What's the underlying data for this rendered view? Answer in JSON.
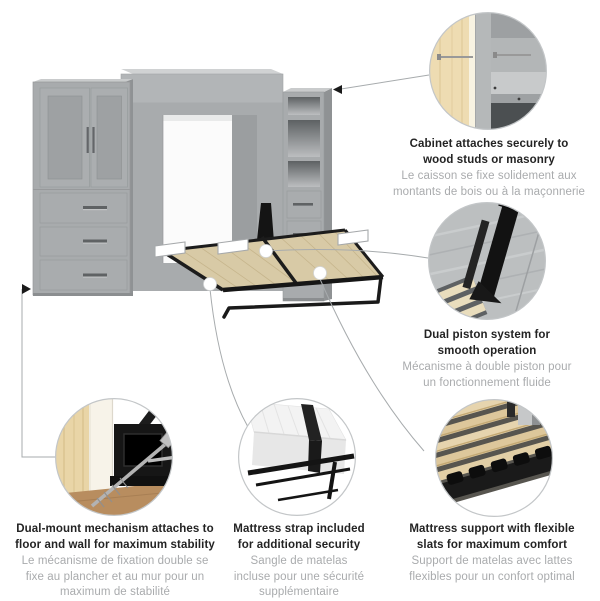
{
  "product_figure": {
    "type": "annotated-product-diagram",
    "subject": "murphy wall bed with wardrobe and open bookcase",
    "callouts": {
      "cabinet": {
        "title_lines": [
          "Cabinet attaches securely to",
          "wood studs or masonry"
        ],
        "subtitle_lines": [
          "Le caisson se fixe solidement aux",
          "montants de bois ou à la maçonnerie"
        ]
      },
      "piston": {
        "title_lines": [
          "Dual piston system for",
          "smooth operation"
        ],
        "subtitle_lines": [
          "Mécanisme à double piston pour",
          "un fonctionnement fluide"
        ]
      },
      "dualmount": {
        "title_lines": [
          "Dual-mount mechanism attaches to",
          "floor and wall for maximum stability"
        ],
        "subtitle_lines": [
          "Le mécanisme de fixation double se",
          "fixe au plancher et au mur pour un",
          "maximum de stabilité"
        ]
      },
      "strap": {
        "title_lines": [
          "Mattress strap included",
          "for additional security"
        ],
        "subtitle_lines": [
          "Sangle de matelas",
          "incluse pour une sécurité",
          "supplémentaire"
        ]
      },
      "slats": {
        "title_lines": [
          "Mattress support with flexible",
          "slats for maximum comfort"
        ],
        "subtitle_lines": [
          "Support de matelas avec lattes",
          "flexibles pour un confort optimal"
        ]
      }
    },
    "colors": {
      "background": "#ffffff",
      "cabinet_gray": "#a8abad",
      "cabinet_gray_dark": "#8f9294",
      "cabinet_gray_light": "#caccce",
      "bed_deck_beige": "#d8caa6",
      "frame_black": "#1a1a1a",
      "wood_stud_tan": "#eedcb2",
      "floor_wood_brown": "#b88d5f",
      "callout_border_gray": "#c3c6c8",
      "leader_line_gray": "#a7abad",
      "title_text": "#232323",
      "subtitle_text": "#a9abad"
    }
  }
}
